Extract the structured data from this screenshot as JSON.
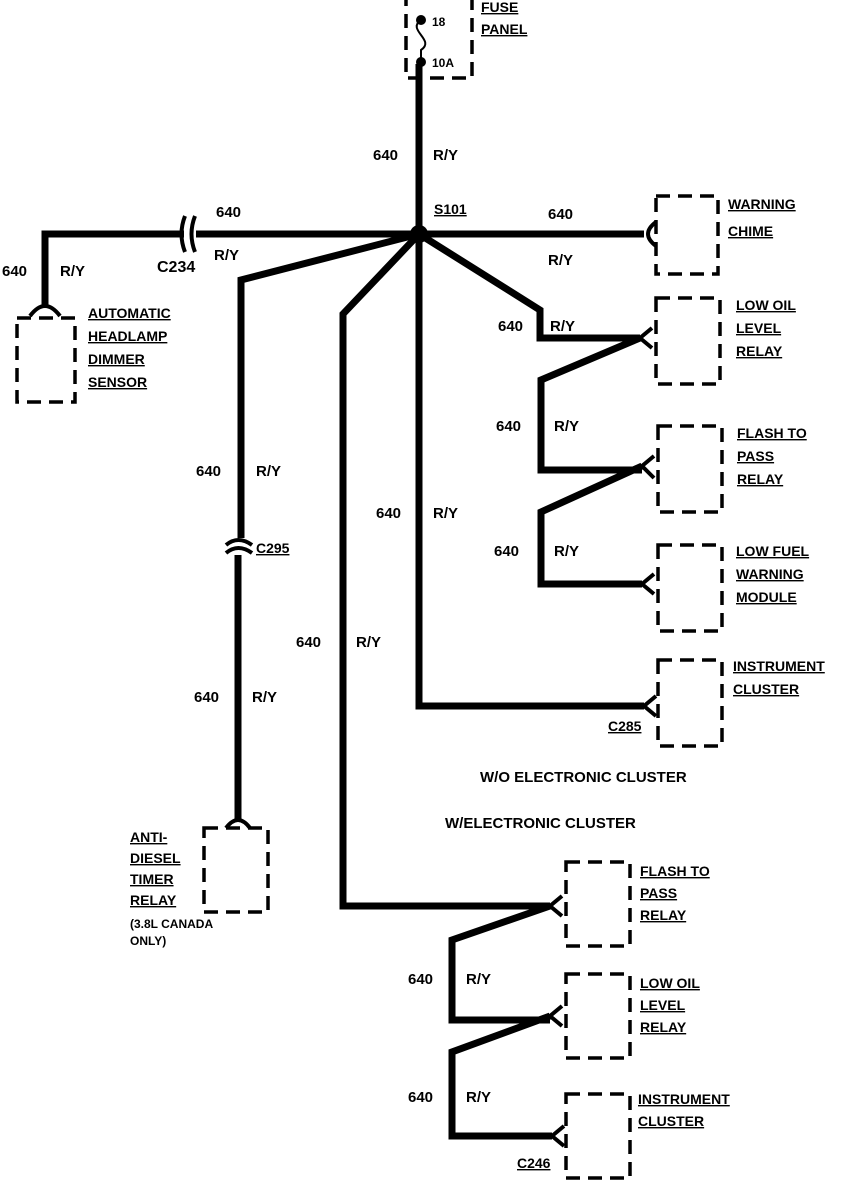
{
  "fuse": {
    "name_line1": "FUSE",
    "name_line2": "PANEL",
    "num": "18",
    "rating": "10A"
  },
  "splice": "S101",
  "wire": {
    "circuit": "640",
    "color": "R/Y"
  },
  "connectors": {
    "c234": "C234",
    "c295": "C295",
    "c285": "C285",
    "c246": "C246"
  },
  "components": {
    "warning_chime": [
      "WARNING",
      "CHIME"
    ],
    "headlamp_sensor": [
      "AUTOMATIC",
      "HEADLAMP",
      "DIMMER",
      "SENSOR"
    ],
    "low_oil_1": [
      "LOW OIL",
      "LEVEL",
      "RELAY"
    ],
    "flash_1": [
      "FLASH TO",
      "PASS",
      "RELAY"
    ],
    "low_fuel": [
      "LOW FUEL",
      "WARNING",
      "MODULE"
    ],
    "cluster_1": [
      "INSTRUMENT",
      "CLUSTER"
    ],
    "anti_diesel": [
      "ANTI-",
      "DIESEL",
      "TIMER",
      "RELAY"
    ],
    "anti_diesel_note": [
      "(3.8L CANADA",
      "ONLY)"
    ],
    "flash_2": [
      "FLASH TO",
      "PASS",
      "RELAY"
    ],
    "low_oil_2": [
      "LOW OIL",
      "LEVEL",
      "RELAY"
    ],
    "cluster_2": [
      "INSTRUMENT",
      "CLUSTER"
    ]
  },
  "sections": {
    "wo": "W/O ELECTRONIC CLUSTER",
    "w": "W/ELECTRONIC CLUSTER"
  }
}
